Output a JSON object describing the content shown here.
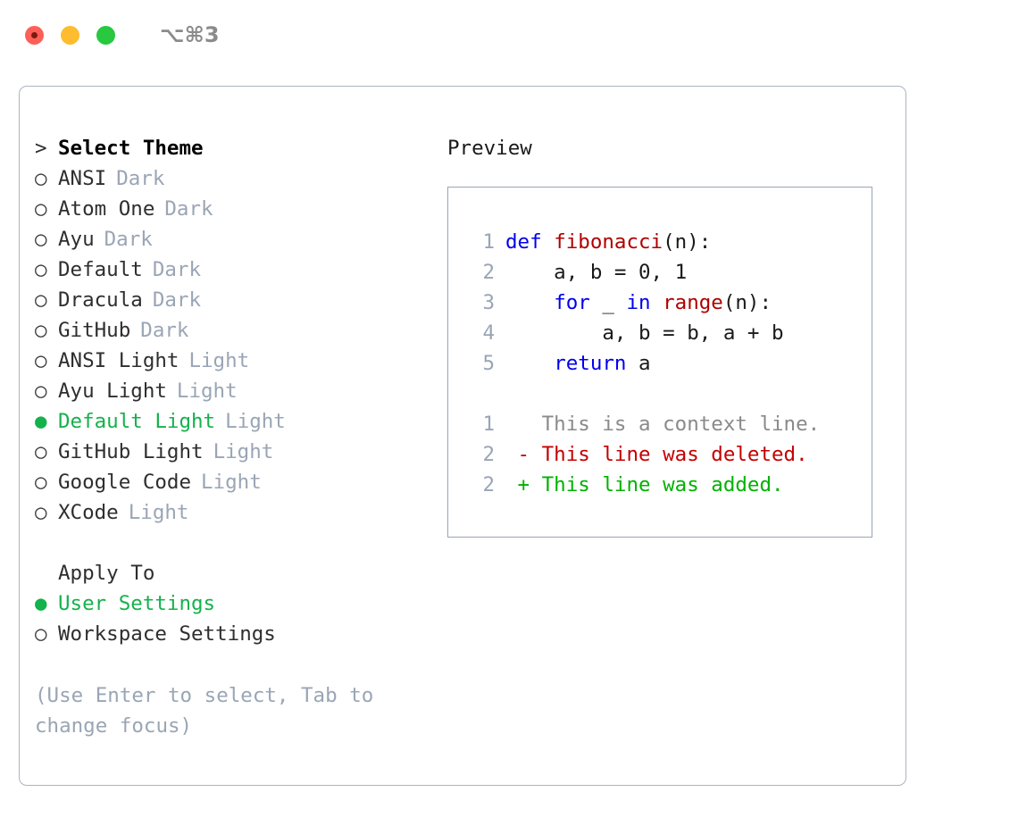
{
  "window": {
    "shortcut": "⌥⌘3",
    "traffic_lights": [
      {
        "name": "close",
        "color": "#ff5f57"
      },
      {
        "name": "minimize",
        "color": "#febc2e"
      },
      {
        "name": "maximize",
        "color": "#28c840"
      }
    ]
  },
  "left": {
    "header_prefix": ">",
    "header_label": "Select Theme",
    "themes": [
      {
        "bullet": "○",
        "name": "ANSI",
        "tag": "Dark",
        "selected": false
      },
      {
        "bullet": "○",
        "name": "Atom One",
        "tag": "Dark",
        "selected": false
      },
      {
        "bullet": "○",
        "name": "Ayu",
        "tag": "Dark",
        "selected": false
      },
      {
        "bullet": "○",
        "name": "Default",
        "tag": "Dark",
        "selected": false
      },
      {
        "bullet": "○",
        "name": "Dracula",
        "tag": "Dark",
        "selected": false
      },
      {
        "bullet": "○",
        "name": "GitHub",
        "tag": "Dark",
        "selected": false
      },
      {
        "bullet": "○",
        "name": "ANSI Light",
        "tag": "Light",
        "selected": false
      },
      {
        "bullet": "○",
        "name": "Ayu Light",
        "tag": "Light",
        "selected": false
      },
      {
        "bullet": "●",
        "name": "Default Light",
        "tag": "Light",
        "selected": true
      },
      {
        "bullet": "○",
        "name": "GitHub Light",
        "tag": "Light",
        "selected": false
      },
      {
        "bullet": "○",
        "name": "Google Code",
        "tag": "Light",
        "selected": false
      },
      {
        "bullet": "○",
        "name": "XCode",
        "tag": "Light",
        "selected": false
      }
    ],
    "apply_to_label": "Apply To",
    "apply_to_options": [
      {
        "bullet": "●",
        "name": "User Settings",
        "selected": true
      },
      {
        "bullet": "○",
        "name": "Workspace Settings",
        "selected": false
      }
    ],
    "hint": "(Use Enter to select, Tab to change focus)"
  },
  "right": {
    "preview_title": "Preview",
    "code_lines": [
      {
        "lineno": "1",
        "tokens": [
          {
            "t": "def ",
            "c": "kw"
          },
          {
            "t": "fibonacci",
            "c": "fn"
          },
          {
            "t": "(n):",
            "c": "plain"
          }
        ]
      },
      {
        "lineno": "2",
        "tokens": [
          {
            "t": "    a, b = 0, 1",
            "c": "plain"
          }
        ]
      },
      {
        "lineno": "3",
        "tokens": [
          {
            "t": "    ",
            "c": "plain"
          },
          {
            "t": "for",
            "c": "kw"
          },
          {
            "t": " _ ",
            "c": "plain"
          },
          {
            "t": "in",
            "c": "kw"
          },
          {
            "t": " ",
            "c": "plain"
          },
          {
            "t": "range",
            "c": "fn"
          },
          {
            "t": "(n):",
            "c": "plain"
          }
        ]
      },
      {
        "lineno": "4",
        "tokens": [
          {
            "t": "        a, b = b, a + b",
            "c": "plain"
          }
        ]
      },
      {
        "lineno": "5",
        "tokens": [
          {
            "t": "    ",
            "c": "plain"
          },
          {
            "t": "return",
            "c": "kw"
          },
          {
            "t": " a",
            "c": "plain"
          }
        ]
      }
    ],
    "diff_lines": [
      {
        "lineno": "1",
        "tokens": [
          {
            "t": "   This is a context line.",
            "c": "ctx"
          }
        ]
      },
      {
        "lineno": "2",
        "tokens": [
          {
            "t": " - This line was deleted.",
            "c": "del"
          }
        ]
      },
      {
        "lineno": "2",
        "tokens": [
          {
            "t": " + This line was added.",
            "c": "add"
          }
        ]
      }
    ]
  },
  "colors": {
    "accent_green": "#13b24b",
    "muted": "#9aa5b5",
    "keyword_blue": "#0000ee",
    "function_red": "#b00000",
    "diff_deleted": "#c40000",
    "diff_added": "#00b200",
    "border": "#aab4c2"
  }
}
